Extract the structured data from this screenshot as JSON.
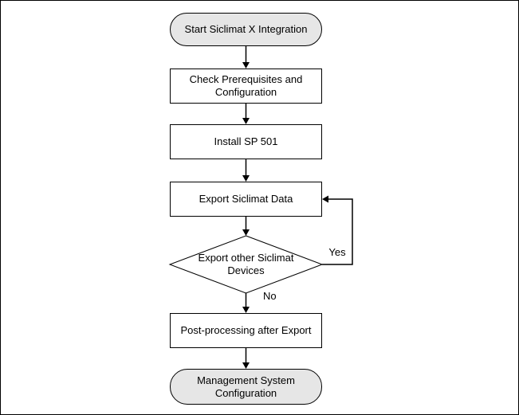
{
  "flowchart": {
    "nodes": {
      "start": {
        "type": "terminator",
        "label": "Start Siclimat X Integration"
      },
      "check_prerequisites": {
        "type": "process",
        "label": "Check Prerequisites and Configuration"
      },
      "install_sp501": {
        "type": "process",
        "label": "Install SP 501"
      },
      "export_data": {
        "type": "process",
        "label": "Export Siclimat Data"
      },
      "export_other_devices": {
        "type": "decision",
        "label": "Export other Siclimat Devices"
      },
      "post_processing": {
        "type": "process",
        "label": "Post-processing after Export"
      },
      "management_config": {
        "type": "terminator",
        "label": "Management System Configuration"
      }
    },
    "edges": {
      "yes_label": "Yes",
      "no_label": "No"
    },
    "colors": {
      "terminator_fill": "#e6e6e6",
      "process_fill": "#ffffff",
      "stroke": "#000000",
      "background": "#ffffff"
    }
  }
}
